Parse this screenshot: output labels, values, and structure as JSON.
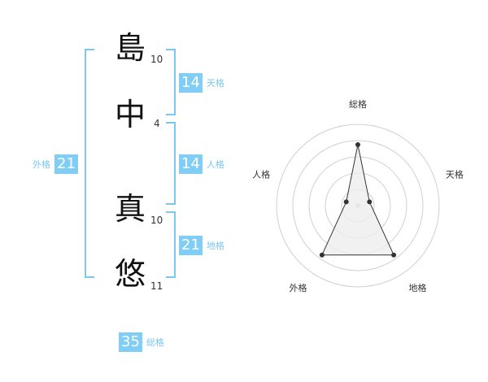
{
  "name": {
    "chars": [
      {
        "kanji": "島",
        "strokes": "10"
      },
      {
        "kanji": "中",
        "strokes": "4"
      },
      {
        "kanji": "真",
        "strokes": "10"
      },
      {
        "kanji": "悠",
        "strokes": "11"
      }
    ]
  },
  "fortunes": {
    "tenkaku": {
      "label": "天格",
      "value": "14"
    },
    "jinkaku": {
      "label": "人格",
      "value": "14"
    },
    "chikaku": {
      "label": "地格",
      "value": "21"
    },
    "gaikaku": {
      "label": "外格",
      "value": "21"
    },
    "soukaku": {
      "label": "総格",
      "value": "35"
    }
  },
  "radar": {
    "axes": [
      "総格",
      "天格",
      "地格",
      "外格",
      "人格"
    ],
    "values": [
      0.75,
      0.15,
      0.75,
      0.75,
      0.15
    ],
    "colors": {
      "grid": "#d0d0d0",
      "fill": "#eeeeee",
      "line": "#333333",
      "dot": "#333333"
    }
  }
}
